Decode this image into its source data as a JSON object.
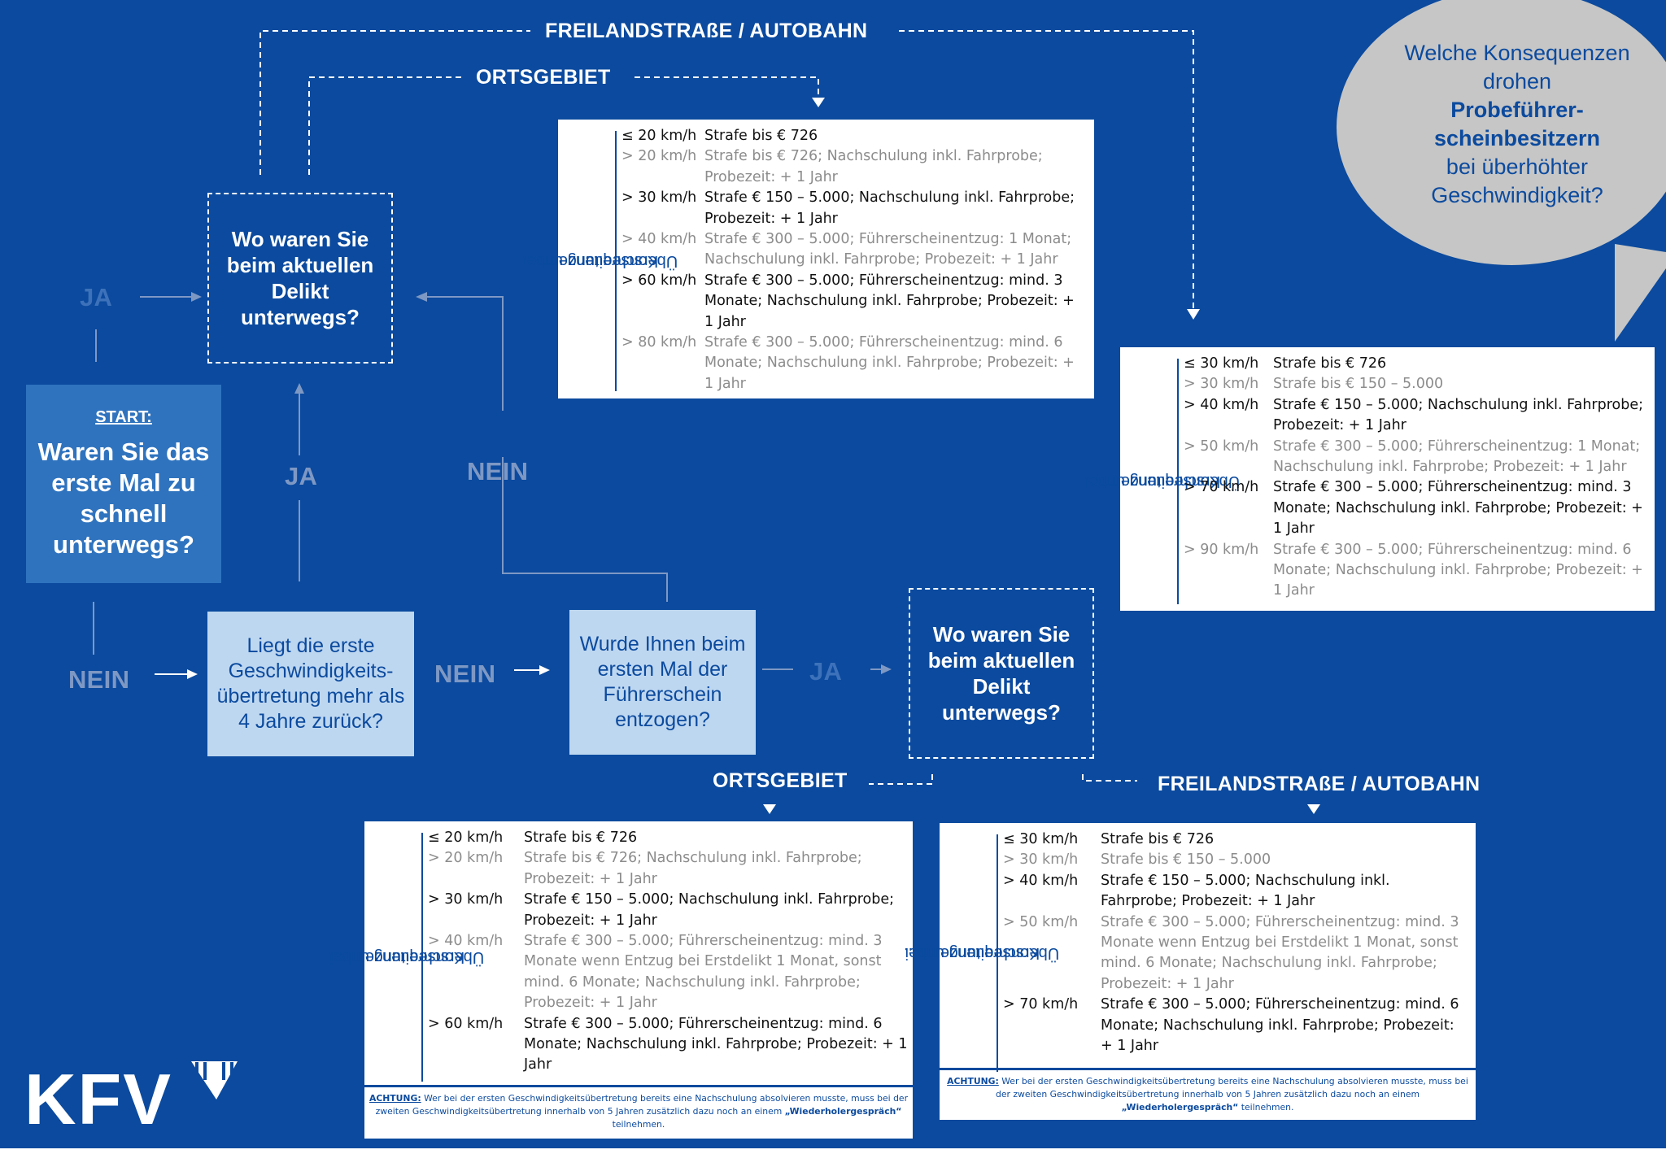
{
  "question": {
    "line1": "Welche Konsequenzen",
    "line2": "drohen",
    "line3": "Probeführer-",
    "line4": "scheinbesitzern",
    "line5": "bei überhöhter",
    "line6": "Geschwindigkeit?"
  },
  "labels": {
    "freiland_top": "FREILANDSTRAßE / AUTOBAHN",
    "ortsgebiet_top": "ORTSGEBIET",
    "ortsgebiet_bottom": "ORTSGEBIET",
    "freiland_bottom": "FREILANDSTRAßE / AUTOBAHN",
    "ja_left": "JA",
    "ja_mid": "JA",
    "ja_right": "JA",
    "nein_left": "NEIN",
    "nein_mid": "NEIN",
    "nein_upper": "NEIN"
  },
  "start": {
    "heading": "START:",
    "question": "Waren Sie das erste Mal zu schnell unterwegs?"
  },
  "boxes": {
    "where_top": "Wo waren Sie beim aktuellen Delikt unterwegs?",
    "older_4_years": "Liegt die erste Geschwindigkeits-übertretung mehr als 4 Jahre zurück?",
    "license_revoked": "Wurde Ihnen beim ersten Mal der Führerschein entzogen?",
    "where_right": "Wo waren Sie beim aktuellen Delikt unterwegs?"
  },
  "side_label": {
    "line1": "Konsequenzen bei",
    "line2": "Überschreitung um ..."
  },
  "table_top_ort": [
    {
      "speed": "≤ 20 km/h",
      "text": "Strafe bis € 726",
      "dim": false
    },
    {
      "speed": "> 20 km/h",
      "text": "Strafe bis € 726; Nachschulung inkl. Fahrprobe; Probezeit: + 1 Jahr",
      "dim": true
    },
    {
      "speed": "> 30 km/h",
      "text": "Strafe € 150 – 5.000; Nachschulung inkl. Fahrprobe; Probezeit: + 1  Jahr",
      "dim": false
    },
    {
      "speed": "> 40 km/h",
      "text": "Strafe € 300 – 5.000; Führerscheinentzug: 1 Monat; Nachschulung inkl. Fahrprobe; Probezeit: + 1 Jahr",
      "dim": true
    },
    {
      "speed": "> 60 km/h",
      "text": "Strafe € 300 – 5.000; Führerscheinentzug: mind. 3 Monate; Nachschulung inkl. Fahrprobe; Probezeit: + 1 Jahr",
      "dim": false
    },
    {
      "speed": "> 80 km/h",
      "text": "Strafe € 300 – 5.000; Führerscheinentzug: mind. 6 Monate; Nachschulung inkl. Fahrprobe; Probezeit: + 1 Jahr",
      "dim": true
    }
  ],
  "table_top_freiland": [
    {
      "speed": "≤ 30 km/h",
      "text": "Strafe bis € 726",
      "dim": false
    },
    {
      "speed": "> 30 km/h",
      "text": "Strafe bis € 150 – 5.000",
      "dim": true
    },
    {
      "speed": "> 40 km/h",
      "text": "Strafe € 150 – 5.000; Nachschulung inkl. Fahrprobe; Probezeit: + 1  Jahr",
      "dim": false
    },
    {
      "speed": "> 50 km/h",
      "text": "Strafe € 300 – 5.000; Führerscheinentzug: 1 Monat; Nachschulung inkl. Fahrprobe; Probezeit: + 1 Jahr",
      "dim": true
    },
    {
      "speed": "> 70 km/h",
      "text": "Strafe € 300 – 5.000; Führerscheinentzug: mind. 3 Monate; Nachschulung inkl. Fahrprobe; Probezeit: + 1 Jahr",
      "dim": false
    },
    {
      "speed": "> 90 km/h",
      "text": "Strafe € 300 – 5.000; Führerscheinentzug: mind. 6 Monate; Nachschulung inkl. Fahrprobe; Probezeit: + 1 Jahr",
      "dim": true
    }
  ],
  "table_bottom_ort": [
    {
      "speed": "≤ 20 km/h",
      "text": "Strafe bis € 726",
      "dim": false
    },
    {
      "speed": "> 20 km/h",
      "text": "Strafe bis € 726; Nachschulung inkl. Fahrprobe; Probezeit: + 1 Jahr",
      "dim": true
    },
    {
      "speed": "> 30 km/h",
      "text": "Strafe € 150 – 5.000; Nachschulung inkl. Fahrprobe; Probezeit: + 1 Jahr",
      "dim": false
    },
    {
      "speed": "> 40 km/h",
      "text": "Strafe € 300 – 5.000; Führerscheinentzug: mind. 3 Monate wenn Entzug bei Erstdelikt 1 Monat, sonst mind. 6 Monate; Nachschulung inkl. Fahrprobe; Probezeit: + 1 Jahr",
      "dim": true
    },
    {
      "speed": "> 60 km/h",
      "text": "Strafe € 300 – 5.000; Führerscheinentzug: mind. 6 Monate; Nachschulung inkl. Fahrprobe; Probezeit: + 1 Jahr",
      "dim": false
    }
  ],
  "table_bottom_freiland": [
    {
      "speed": "≤ 30 km/h",
      "text": "Strafe bis € 726",
      "dim": false
    },
    {
      "speed": "> 30 km/h",
      "text": "Strafe bis € 150 – 5.000",
      "dim": true
    },
    {
      "speed": "> 40 km/h",
      "text": "Strafe € 150 – 5.000; Nachschulung inkl. Fahrprobe; Probezeit: + 1 Jahr",
      "dim": false
    },
    {
      "speed": "> 50 km/h",
      "text": "Strafe € 300 – 5.000; Führerscheinentzug: mind. 3 Monate wenn Entzug bei Erstdelikt 1 Monat, sonst mind. 6 Monate; Nachschulung inkl. Fahrprobe; Probezeit: + 1 Jahr",
      "dim": true
    },
    {
      "speed": "> 70 km/h",
      "text": "Strafe € 300 – 5.000; Führerscheinentzug: mind. 6 Monate; Nachschulung inkl. Fahrprobe; Probezeit: + 1 Jahr",
      "dim": false
    }
  ],
  "note": {
    "label": "ACHTUNG:",
    "text": "Wer bei der ersten Geschwindigkeitsübertretung bereits eine Nachschulung absolvieren musste, muss bei der zweiten Geschwindigkeitsübertretung innerhalb von 5 Jahren zusätzlich dazu noch an einem",
    "highlight": "„Wiederholergespräch“",
    "tail": "teilnehmen."
  },
  "logo": {
    "text": "KFV"
  },
  "colors": {
    "background": "#0b4a9e",
    "light_box": "#bed7f0",
    "start_box": "#2f73be",
    "bubble": "#c6c6c6",
    "muted_label": "#7e98c4",
    "faint_label": "#3d72ba",
    "dim_row": "#8c8c8c"
  }
}
